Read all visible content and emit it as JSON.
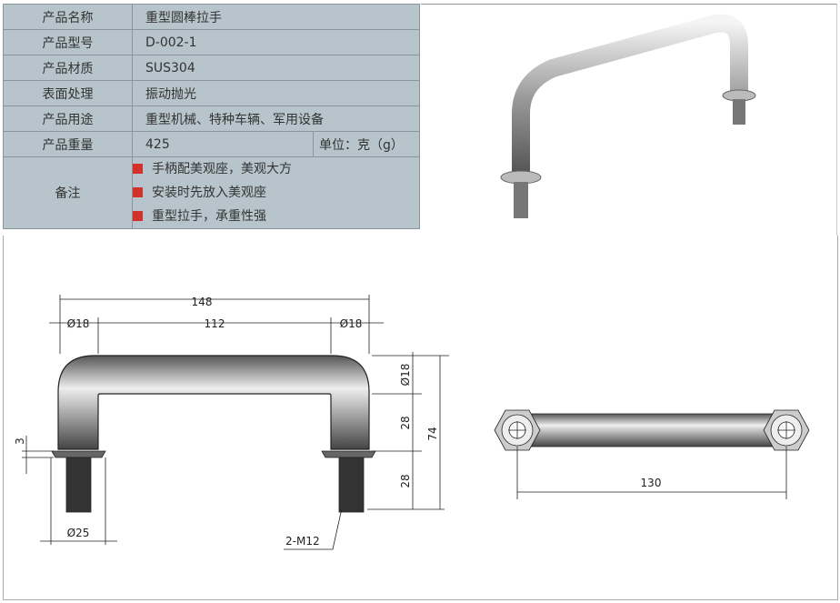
{
  "specs": [
    {
      "label": "产品名称",
      "value": "重型圆棒拉手"
    },
    {
      "label": "产品型号",
      "value": "D-002-1"
    },
    {
      "label": "产品材质",
      "value": "SUS304"
    },
    {
      "label": "表面处理",
      "value": "振动抛光"
    },
    {
      "label": "产品用途",
      "value": "重型机械、特种车辆、军用设备"
    },
    {
      "label": "产品重量",
      "value": "425",
      "unit": "单位：克（g）"
    }
  ],
  "notes": {
    "label": "备注",
    "items": [
      "手柄配美观座，美观大方",
      "安装时先放入美观座",
      "重型拉手，承重性强"
    ]
  },
  "dimensions": {
    "overall": "148",
    "span": "112",
    "dia_left": "Ø18",
    "dia_right": "Ø18",
    "dia_side": "Ø18",
    "h1": "28",
    "h2": "28",
    "height": "74",
    "flange": "3",
    "base_dia": "Ø25",
    "thread": "2-M12",
    "center": "130"
  }
}
